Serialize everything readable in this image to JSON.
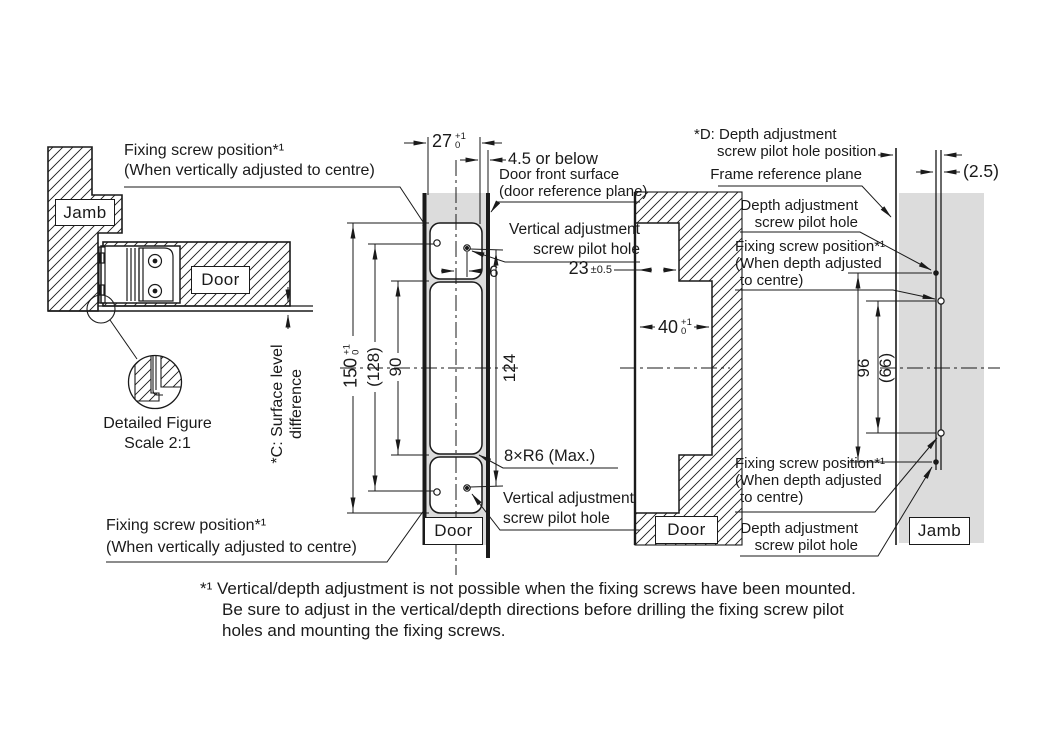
{
  "colors": {
    "line": "#1a1a1a",
    "shade": "#dcdcdc"
  },
  "left_view": {
    "fixing_screw_top": {
      "line1": "Fixing screw position*¹",
      "line2": "(When vertically adjusted to centre)"
    },
    "fixing_screw_bottom": {
      "line1": "Fixing screw position*¹",
      "line2": "(When vertically adjusted to centre)"
    },
    "jamb_label": "Jamb",
    "door_label": "Door",
    "detail_figure": {
      "line1": "Detailed Figure",
      "line2": "Scale 2:1"
    },
    "surface_level": {
      "line1": "*C: Surface level",
      "line2": "difference"
    }
  },
  "center_view": {
    "dim_width": {
      "value": "27",
      "tol_plus": "+1",
      "tol_minus": "0"
    },
    "dim_offset": "4.5 or below",
    "door_front": {
      "line1": "Door front surface",
      "line2": "(door reference plane)"
    },
    "vertical_adjustment_top": {
      "line1": "Vertical adjustment",
      "line2": "screw pilot hole"
    },
    "vertical_adjustment_bottom": {
      "line1": "Vertical adjustment",
      "line2": "screw pilot hole"
    },
    "dim_6": "6",
    "dim_150": {
      "value": "150",
      "tol_plus": "+1",
      "tol_minus": "0"
    },
    "dim_128": "(128)",
    "dim_90": "90",
    "dim_124": "124",
    "radius_note": "8×R6 (Max.)",
    "door_label": "Door"
  },
  "section_view": {
    "dim_23": {
      "value": "23",
      "tol": "±0.5"
    },
    "dim_40": {
      "value": "40",
      "tol_plus": "+1",
      "tol_minus": "0"
    },
    "door_label": "Door"
  },
  "right_view": {
    "depth_position": {
      "line1": "*D: Depth adjustment",
      "line2": "screw pilot hole position"
    },
    "frame_reference": "Frame reference plane",
    "depth_adjustment_top": {
      "line1": "Depth adjustment",
      "line2": "screw pilot hole"
    },
    "depth_adjustment_bottom": {
      "line1": "Depth adjustment",
      "line2": "screw pilot hole"
    },
    "fixing_screw_top": {
      "line1": "Fixing screw position*¹",
      "line2": "(When depth adjusted",
      "line3": "to centre)"
    },
    "fixing_screw_bottom": {
      "line1": "Fixing screw position*¹",
      "line2": "(When depth adjusted",
      "line3": "to centre)"
    },
    "dim_25": "(2.5)",
    "dim_96": "96",
    "dim_66": "(66)",
    "jamb_label": "Jamb"
  },
  "footnote": {
    "line1": "*¹ Vertical/depth adjustment is not possible when the fixing screws have been mounted.",
    "line2": "Be sure to adjust in the vertical/depth directions before drilling the fixing screw pilot",
    "line3": "holes and mounting the fixing screws."
  }
}
